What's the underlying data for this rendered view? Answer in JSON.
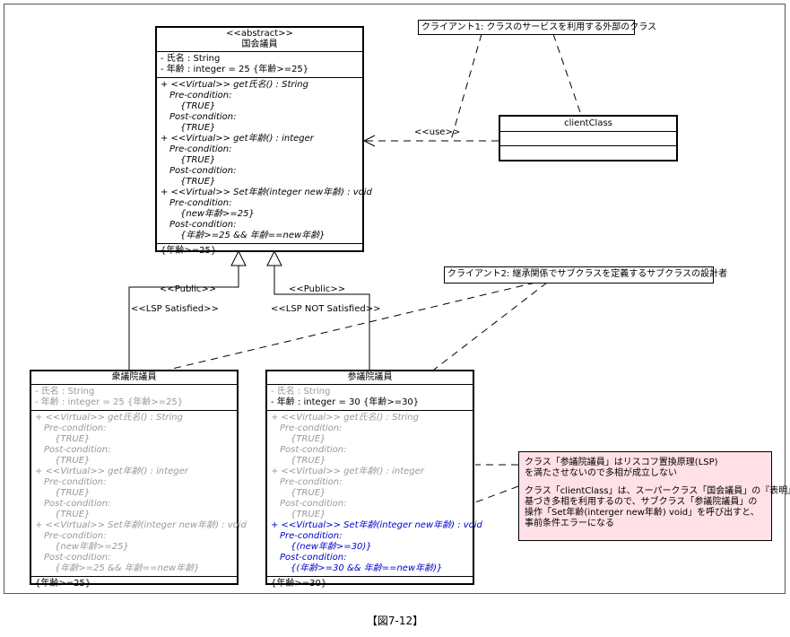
{
  "base_class": {
    "stereotype": "<<abstract>>",
    "name": "国会議員",
    "attributes": [
      "- 氏名 : String",
      "- 年齢 : integer = 25 {年齢>=25}"
    ],
    "operations": [
      "+ <<Virtual>> get氏名() : String",
      "Pre-condition:",
      "{TRUE}",
      "Post-condition:",
      "{TRUE}",
      "+ <<Virtual>> get年齢() : integer",
      "Pre-condition:",
      "{TRUE}",
      "Post-condition:",
      "{TRUE}",
      "+ <<Virtual>> Set年齢(integer new年齢) : void",
      "Pre-condition:",
      "{new年齢>=25}",
      "Post-condition:",
      "{年齢>=25 && 年齢==new年齢}"
    ],
    "invariant": "{年齢>=25}"
  },
  "client_class": {
    "name": "clientClass"
  },
  "notes": {
    "client1": "クライアント1: クラスのサービスを利用する外部のクラス",
    "client2": "クライアント2: 継承関係でサブクラスを定義するサブクラスの設計者",
    "lsp_note": [
      "クラス「参議院議員」はリスコフ置換原理(LSP)",
      "を満たさせないので多相が成立しない",
      "",
      "クラス「clientClass」は、スーパークラス「国会議員」の『表明』に",
      "基づき多相を利用するので、サブクラス「参議院議員」の",
      "操作「Set年齢(interger new年齢) void」を呼び出すと、",
      "事前条件エラーになる"
    ]
  },
  "labels": {
    "use": "<<use>>",
    "public_left": "<<Public>>",
    "public_right": "<<Public>>",
    "lsp_satisfied": "<<LSP Satisfied>>",
    "lsp_not_satisfied": "<<LSP NOT Satisfied>>"
  },
  "sub_left": {
    "name": "衆議院議員",
    "attributes": [
      "- 氏名 : String",
      "- 年齢 : integer = 25 {年齢>=25}"
    ],
    "operations": [
      "+ <<Virtual>> get氏名() : String",
      "Pre-condition:",
      "{TRUE}",
      "Post-condition:",
      "{TRUE}",
      "+ <<Virtual>> get年齢() : integer",
      "Pre-condition:",
      "{TRUE}",
      "Post-condition:",
      "{TRUE}",
      "+ <<Virtual>> Set年齢(integer new年齢) : void",
      "Pre-condition:",
      "{new年齢>=25}",
      "Post-condition:",
      "{年齢>=25 && 年齢==new年齢}"
    ],
    "invariant": "{年齢>=25}"
  },
  "sub_right": {
    "name": "参議院議員",
    "attributes": [
      "- 氏名 : String",
      "- 年齢 : integer = 30 {年齢>=30}"
    ],
    "operations": [
      "+ <<Virtual>> get氏名() : String",
      "Pre-condition:",
      "{TRUE}",
      "Post-condition:",
      "{TRUE}",
      "+ <<Virtual>> get年齢() : integer",
      "Pre-condition:",
      "{TRUE}",
      "Post-condition:",
      "{TRUE}",
      "+ <<Virtual>> Set年齢(integer new年齢) : void",
      "Pre-condition:",
      "{(new年齢>=30)}",
      "Post-condition:",
      "{(年齢>=30 && 年齢==new年齢)}"
    ],
    "invariant": "{年齢>=30}"
  },
  "caption": "【図7-12】"
}
